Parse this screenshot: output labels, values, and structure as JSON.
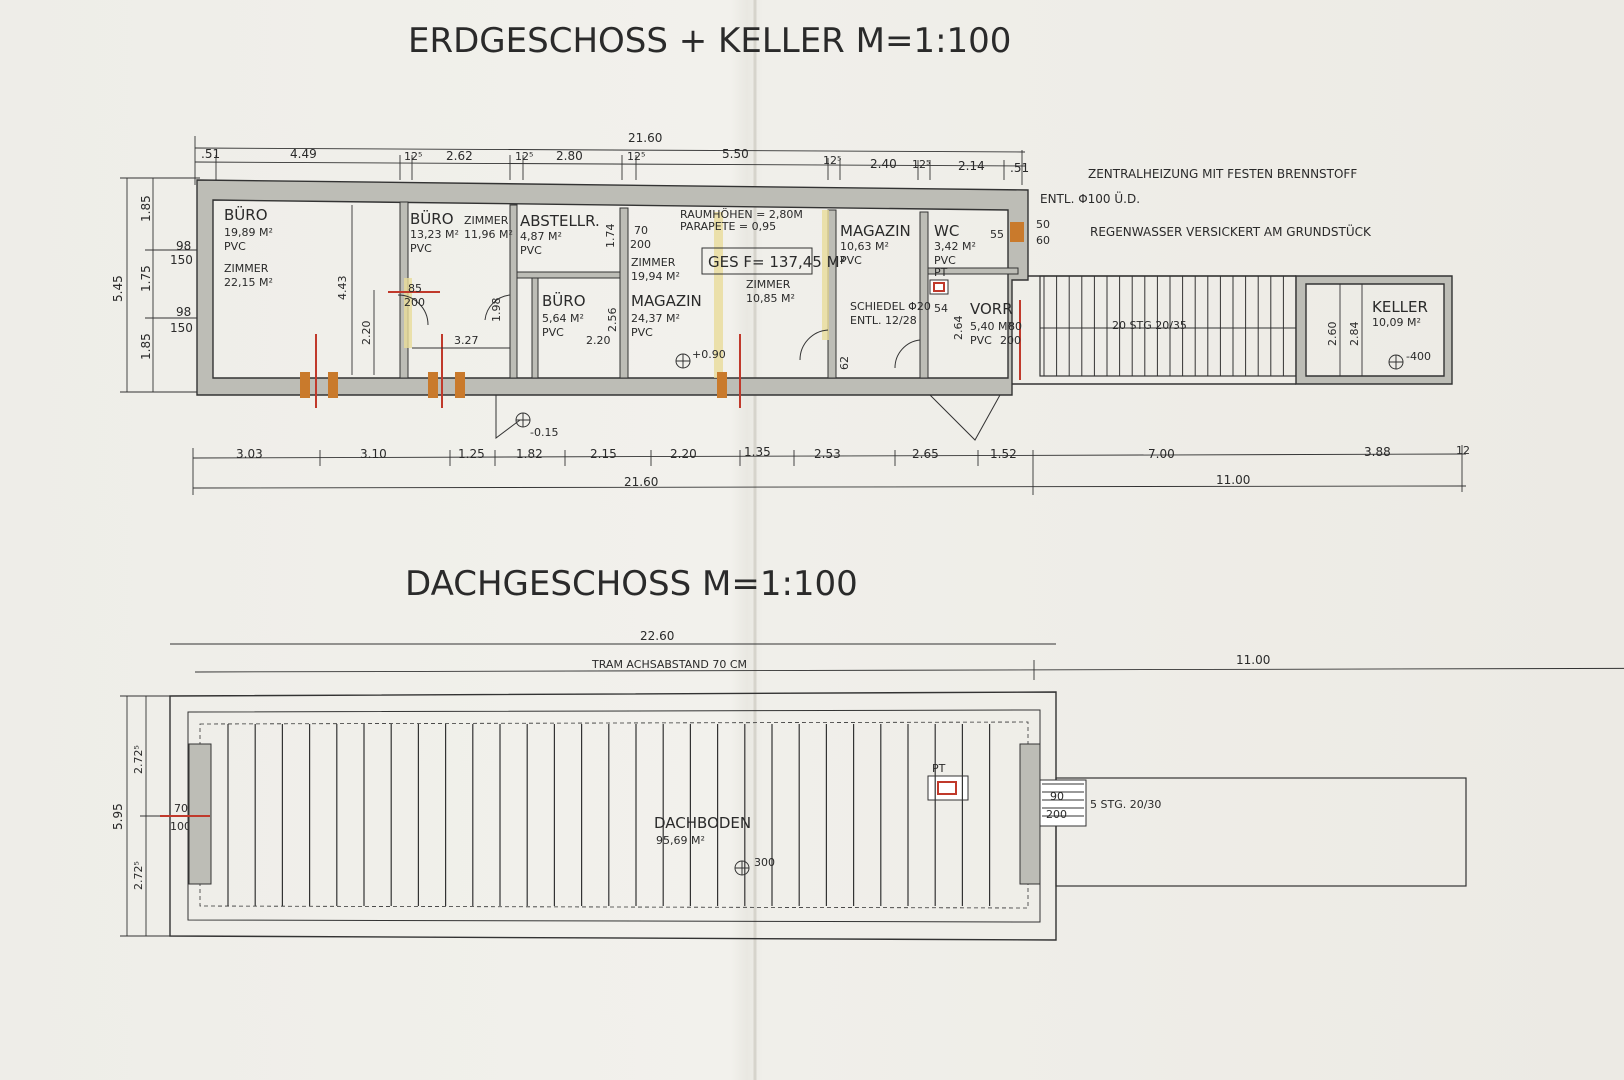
{
  "ground_floor": {
    "title": "ERDGESCHOSS + KELLER   M=1:100",
    "notes": [
      "ZENTRALHEIZUNG MIT FESTEN BRENNSTOFF",
      "ENTL. Φ100 Ü.D.",
      "REGENWASSER VERSICKERT AM GRUNDSTÜCK"
    ],
    "room_heights": [
      "RAUMHÖHEN = 2,80M",
      "PARAPETE = 0,95"
    ],
    "total_area": "GES F= 137,45 M²",
    "top_dims": [
      "21.60",
      ".51",
      "4.49",
      "12⁵",
      "2.62",
      "12⁵",
      "2.80",
      "12⁵",
      "5.50",
      "12⁵",
      "2.40",
      "12⁵",
      "2.14",
      ".51"
    ],
    "bottom_dims": [
      "3.03",
      "3.10",
      "1.25",
      "1.82",
      "2.15",
      "2.20",
      "1.35",
      "2.53",
      "2.65",
      "1.52",
      "7.00",
      "3.88",
      "12"
    ],
    "bottom_totals": [
      "21.60",
      "11.00"
    ],
    "left_dims": [
      "1.85",
      "1.75",
      "1.85",
      "5.45",
      "98",
      "150",
      "98",
      "150"
    ],
    "rooms": [
      {
        "name": "BÜRO",
        "area": "19,89 M²",
        "floor": "PVC"
      },
      {
        "name": "ZIMMER",
        "area": "22,15 M²",
        "floor": ""
      },
      {
        "name": "BÜRO",
        "area": "13,23 M²",
        "floor": "PVC"
      },
      {
        "name": "ZIMMER",
        "area": "11,96 M²",
        "floor": ""
      },
      {
        "name": "ABSTELLR.",
        "area": "4,87 M²",
        "floor": "PVC"
      },
      {
        "name": "BÜRO",
        "area": "5,64 M²",
        "floor": "PVC"
      },
      {
        "name": "ZIMMER",
        "area": "19,94 M²",
        "floor": ""
      },
      {
        "name": "MAGAZIN",
        "area": "24,37 M²",
        "floor": "PVC"
      },
      {
        "name": "ZIMMER",
        "area": "10,85 M²",
        "floor": ""
      },
      {
        "name": "MAGAZIN",
        "area": "10,63 M²",
        "floor": "PVC"
      },
      {
        "name": "WC",
        "area": "3,42 M²",
        "floor": "PVC"
      },
      {
        "name": "VORR",
        "area": "5,40 M²",
        "floor": "PVC"
      },
      {
        "name": "KELLER",
        "area": "10,09 M²",
        "floor": ""
      }
    ],
    "chimney": [
      "SCHIEDEL Φ20",
      "ENTL. 12/28"
    ],
    "stair_label": "20 STG 20/35",
    "levels": [
      "-0.15",
      "+0.90",
      "-400"
    ],
    "misc_dims": [
      "4.43",
      "2.20",
      "3.27",
      "1.98",
      "2.20",
      "2.56",
      "1.74",
      "2.64",
      "2.60",
      "2.84",
      "85",
      "200",
      "70",
      "200",
      "50",
      "60",
      "55",
      "54",
      "62",
      "80",
      "200",
      "PT"
    ]
  },
  "attic": {
    "title": "DACHGESCHOSS   M=1:100",
    "dims_top": [
      "22.60",
      "11.00"
    ],
    "beam_note": "TRAM ACHSABSTAND 70 CM",
    "left_dims": [
      "5.95",
      "2.72⁵",
      "2.72⁵",
      "70",
      "100"
    ],
    "room": {
      "name": "DACHBODEN",
      "area": "95,69 M²"
    },
    "level": "300",
    "stair_label": "5 STG. 20/30",
    "stair_dims": [
      "90",
      "200"
    ],
    "chimney_label": "PT"
  }
}
